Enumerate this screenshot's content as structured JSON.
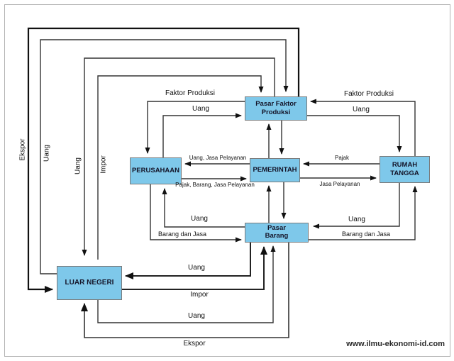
{
  "diagram": {
    "watermark": "www.ilmu-ekonomi-id.com",
    "colors": {
      "node_fill": "#7ec8ea",
      "node_border": "#7a7a7a",
      "line": "#2e2e2e",
      "background": "#ffffff"
    },
    "nodes": {
      "pasar_faktor_produksi": {
        "line1": "Pasar Faktor",
        "line2": "Produksi"
      },
      "perusahaan": {
        "line1": "PERUSAHAAN"
      },
      "pemerintah": {
        "line1": "PEMERINTAH"
      },
      "rumah_tangga": {
        "line1": "RUMAH",
        "line2": "TANGGA"
      },
      "pasar_barang": {
        "line1": "Pasar",
        "line2": "Barang"
      },
      "luar_negeri": {
        "line1": "LUAR NEGERI"
      }
    },
    "edge_labels": {
      "faktor_produksi_left": "Faktor Produksi",
      "uang_top_left": "Uang",
      "faktor_produksi_right": "Faktor Produksi",
      "uang_top_right": "Uang",
      "uang_jasa_pelayanan": "Uang, Jasa Pelayanan",
      "pajak_barang_jasa_pelayanan": "Pajak, Barang, Jasa Pelayanan",
      "pajak": "Pajak",
      "jasa_pelayanan": "Jasa Pelayanan",
      "uang_mid_left": "Uang",
      "barang_dan_jasa_left": "Barang dan Jasa",
      "uang_mid_right": "Uang",
      "barang_dan_jasa_right": "Barang dan Jasa",
      "uang_luar_negeri_atas": "Uang",
      "impor_bawah": "Impor",
      "uang_luar_negeri_bawah": "Uang",
      "ekspor_bawah": "Ekspor",
      "ekspor_kiri": "Ekspor",
      "uang_kiri_1": "Uang",
      "uang_kiri_2": "Uang",
      "impor_kiri": "Impor"
    }
  }
}
